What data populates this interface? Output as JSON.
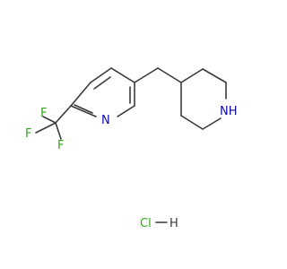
{
  "atoms": {
    "pyridine_n": "N",
    "piperidine_nh": "NH",
    "f1": "F",
    "f2": "F",
    "f3": "F",
    "hcl_cl": "Cl",
    "hcl_h": "H"
  },
  "colors": {
    "bond": "#3a3a3a",
    "nitrogen": "#0a0aa6",
    "fluorine": "#33a51e",
    "chlorine": "#33a51e",
    "hydrogen": "#3a3a3a",
    "background": "#ffffff"
  }
}
